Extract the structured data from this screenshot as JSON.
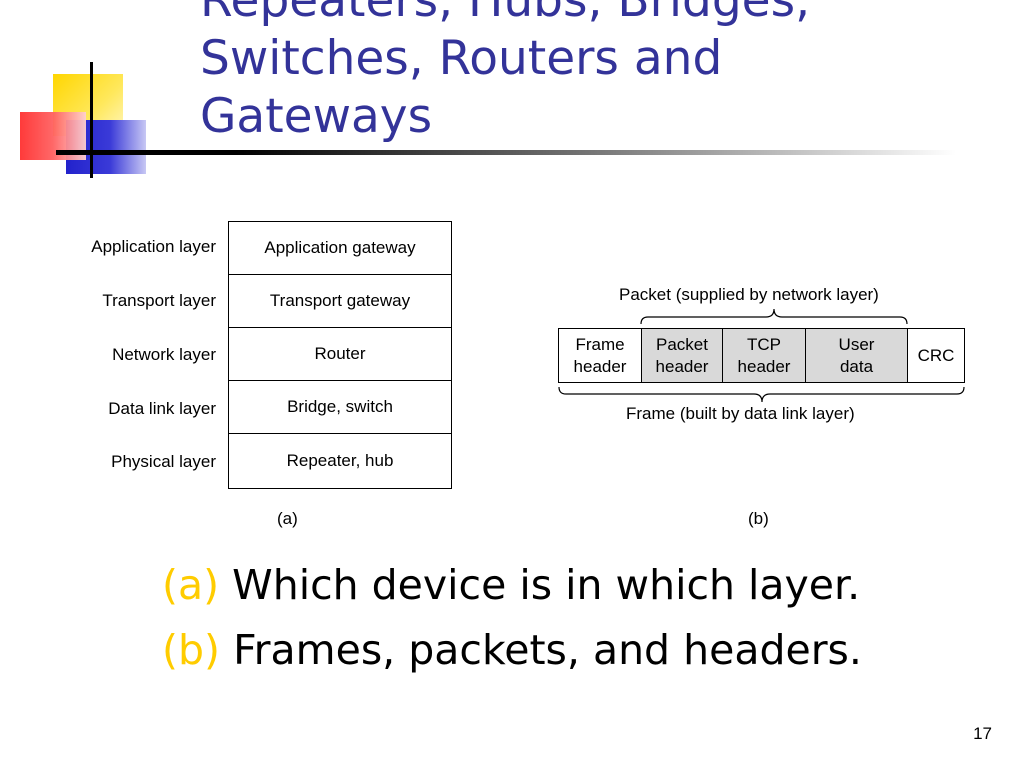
{
  "slide": {
    "title_lines": [
      "Repeaters, Hubs, Bridges,",
      "Switches, Routers and",
      "Gateways"
    ],
    "number": "17"
  },
  "diagram_a": {
    "caption": "(a)",
    "rows": [
      {
        "layer": "Application layer",
        "device": "Application gateway"
      },
      {
        "layer": "Transport layer",
        "device": "Transport gateway"
      },
      {
        "layer": "Network layer",
        "device": "Router"
      },
      {
        "layer": "Data link layer",
        "device": "Bridge, switch"
      },
      {
        "layer": "Physical layer",
        "device": "Repeater, hub"
      }
    ]
  },
  "diagram_b": {
    "caption": "(b)",
    "top_brace_label": "Packet (supplied by network layer)",
    "bottom_brace_label": "Frame (built by data link layer)",
    "fields": [
      {
        "line1": "Frame",
        "line2": "header",
        "shaded": false
      },
      {
        "line1": "Packet",
        "line2": "header",
        "shaded": true
      },
      {
        "line1": "TCP",
        "line2": "header",
        "shaded": true
      },
      {
        "line1": "User",
        "line2": "data",
        "shaded": true
      },
      {
        "line1": "CRC",
        "line2": "",
        "shaded": false
      }
    ]
  },
  "bullets": [
    {
      "marker": "(a)",
      "text": "Which device is in which layer."
    },
    {
      "marker": "(b)",
      "text": "Frames, packets, and headers."
    }
  ],
  "colors": {
    "title": "#333399",
    "marker": "#ffcc00",
    "shaded_field": "#d9d9d9"
  }
}
